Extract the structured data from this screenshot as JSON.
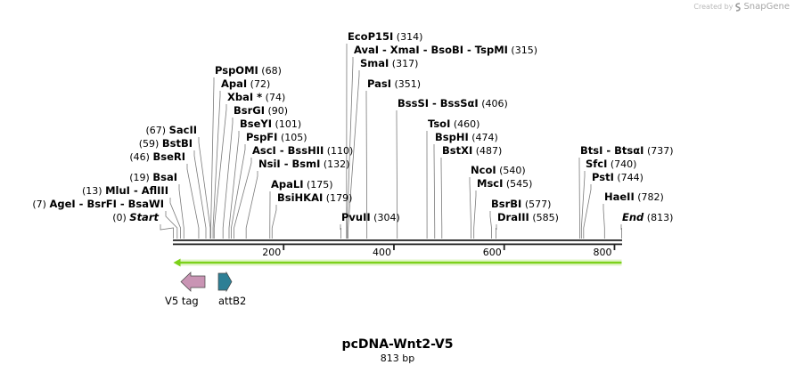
{
  "credit": {
    "prefix": "Created by",
    "brand": "SnapGene"
  },
  "plasmid": {
    "name": "pcDNA-Wnt2-V5",
    "length_label": "813 bp",
    "length": 813
  },
  "axis": {
    "ticks": [
      "200",
      "400",
      "600",
      "800"
    ]
  },
  "sites": [
    {
      "names": [
        "Start"
      ],
      "pos": "(0)",
      "bp": 0,
      "side": "left",
      "italic": true
    },
    {
      "names": [
        "AgeI",
        "BsrFI",
        "BsaWI"
      ],
      "pos": "(7)",
      "bp": 7,
      "side": "left"
    },
    {
      "names": [
        "MluI",
        "AflIII"
      ],
      "pos": "(13)",
      "bp": 13,
      "side": "left"
    },
    {
      "names": [
        "BsaI"
      ],
      "pos": "(19)",
      "bp": 19,
      "side": "left"
    },
    {
      "names": [
        "BseRI"
      ],
      "pos": "(46)",
      "bp": 46,
      "side": "left"
    },
    {
      "names": [
        "BstBI"
      ],
      "pos": "(59)",
      "bp": 59,
      "side": "left"
    },
    {
      "names": [
        "SacII"
      ],
      "pos": "(67)",
      "bp": 67,
      "side": "left"
    },
    {
      "names": [
        "PspOMI"
      ],
      "pos": "(68)",
      "bp": 68,
      "side": "right"
    },
    {
      "names": [
        "ApaI"
      ],
      "pos": "(72)",
      "bp": 72,
      "side": "right"
    },
    {
      "names": [
        "XbaI *"
      ],
      "pos": "(74)",
      "bp": 74,
      "side": "right"
    },
    {
      "names": [
        "BsrGI"
      ],
      "pos": "(90)",
      "bp": 90,
      "side": "right"
    },
    {
      "names": [
        "BseYI"
      ],
      "pos": "(101)",
      "bp": 101,
      "side": "right"
    },
    {
      "names": [
        "PspFI"
      ],
      "pos": "(105)",
      "bp": 105,
      "side": "right"
    },
    {
      "names": [
        "AscI",
        "BssHII"
      ],
      "pos": "(110)",
      "bp": 110,
      "side": "right"
    },
    {
      "names": [
        "NsiI",
        "BsmI"
      ],
      "pos": "(132)",
      "bp": 132,
      "side": "right"
    },
    {
      "names": [
        "ApaLI"
      ],
      "pos": "(175)",
      "bp": 175,
      "side": "right"
    },
    {
      "names": [
        "BsiHKAI"
      ],
      "pos": "(179)",
      "bp": 179,
      "side": "right"
    },
    {
      "names": [
        "PvuII"
      ],
      "pos": "(304)",
      "bp": 304,
      "side": "right"
    },
    {
      "names": [
        "EcoP15I"
      ],
      "pos": "(314)",
      "bp": 314,
      "side": "right"
    },
    {
      "names": [
        "AvaI",
        "XmaI",
        "BsoBI",
        "TspMI"
      ],
      "pos": "(315)",
      "bp": 315,
      "side": "right"
    },
    {
      "names": [
        "SmaI"
      ],
      "pos": "(317)",
      "bp": 317,
      "side": "right"
    },
    {
      "names": [
        "PasI"
      ],
      "pos": "(351)",
      "bp": 351,
      "side": "right"
    },
    {
      "names": [
        "BssSI",
        "BssSαI"
      ],
      "pos": "(406)",
      "bp": 406,
      "side": "right"
    },
    {
      "names": [
        "TsoI"
      ],
      "pos": "(460)",
      "bp": 460,
      "side": "right"
    },
    {
      "names": [
        "BspHI"
      ],
      "pos": "(474)",
      "bp": 474,
      "side": "right"
    },
    {
      "names": [
        "BstXI"
      ],
      "pos": "(487)",
      "bp": 487,
      "side": "right"
    },
    {
      "names": [
        "NcoI"
      ],
      "pos": "(540)",
      "bp": 540,
      "side": "right"
    },
    {
      "names": [
        "MscI"
      ],
      "pos": "(545)",
      "bp": 545,
      "side": "right"
    },
    {
      "names": [
        "BsrBI"
      ],
      "pos": "(577)",
      "bp": 577,
      "side": "right"
    },
    {
      "names": [
        "DraIII"
      ],
      "pos": "(585)",
      "bp": 585,
      "side": "right"
    },
    {
      "names": [
        "BtsI",
        "BtsαI"
      ],
      "pos": "(737)",
      "bp": 737,
      "side": "right"
    },
    {
      "names": [
        "SfcI"
      ],
      "pos": "(740)",
      "bp": 740,
      "side": "right"
    },
    {
      "names": [
        "PstI"
      ],
      "pos": "(744)",
      "bp": 744,
      "side": "right"
    },
    {
      "names": [
        "HaeII"
      ],
      "pos": "(782)",
      "bp": 782,
      "side": "right"
    },
    {
      "names": [
        "End"
      ],
      "pos": "(813)",
      "bp": 813,
      "side": "right",
      "italic": true
    }
  ],
  "features": [
    {
      "label": "V5 tag",
      "color": "#c994b4",
      "direction": "left"
    },
    {
      "label": "attB2",
      "color": "#2e7f95",
      "direction": "right"
    }
  ],
  "orf": {
    "color": "#7cd11a",
    "direction": "left",
    "start": 0,
    "end": 813
  }
}
